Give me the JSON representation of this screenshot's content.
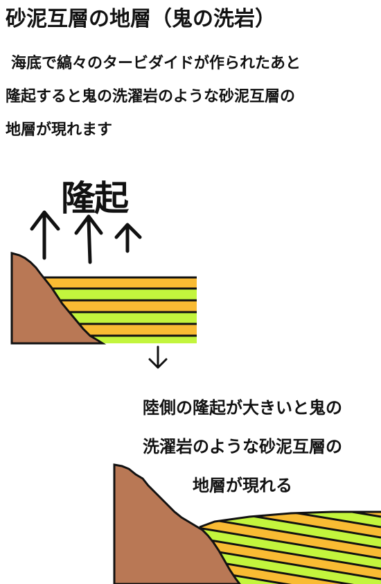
{
  "title": "砂泥互層の地層（鬼の洗岩）",
  "intro": {
    "line1": "海底で縞々のタービダイドが作られたあと",
    "line2": "隆起すると鬼の洗濯岩のような砂泥互層の",
    "line3": "地層が現れます"
  },
  "diagram_top": {
    "label": "隆起"
  },
  "caption": {
    "line1": "陸側の隆起が大きいと鬼の",
    "line2": "洗濯岩のような砂泥互層の",
    "line3": "地層が現れる"
  },
  "colors": {
    "rock": "#b97855",
    "sand_layer": "#f9bb33",
    "mud_layer": "#c3f53d",
    "line": "#111111"
  }
}
